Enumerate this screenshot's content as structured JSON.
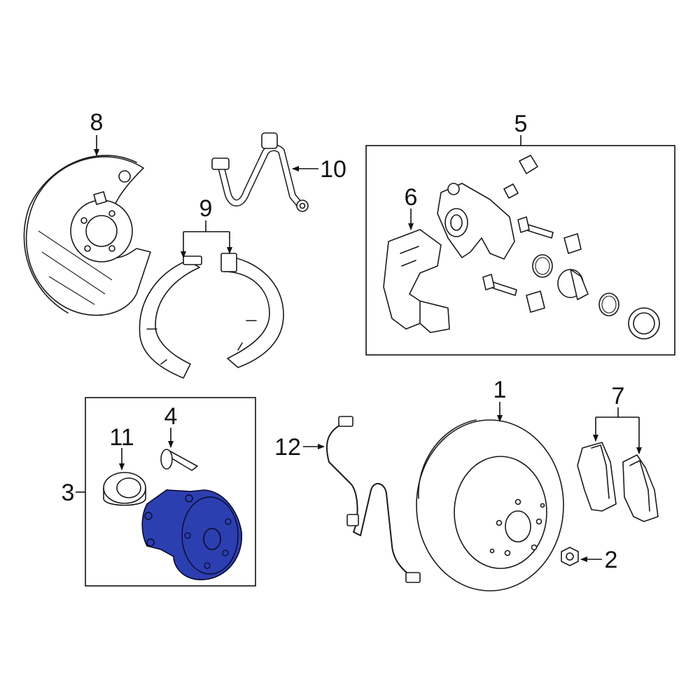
{
  "callouts": {
    "c1": "1",
    "c2": "2",
    "c3": "3",
    "c4": "4",
    "c5": "5",
    "c6": "6",
    "c7": "7",
    "c8": "8",
    "c9": "9",
    "c10": "10",
    "c11": "11",
    "c12": "12"
  },
  "colors": {
    "highlight_part": "#2c3fb1",
    "line": "#1a1a1a",
    "background": "#ffffff"
  },
  "highlighted_part": "3"
}
